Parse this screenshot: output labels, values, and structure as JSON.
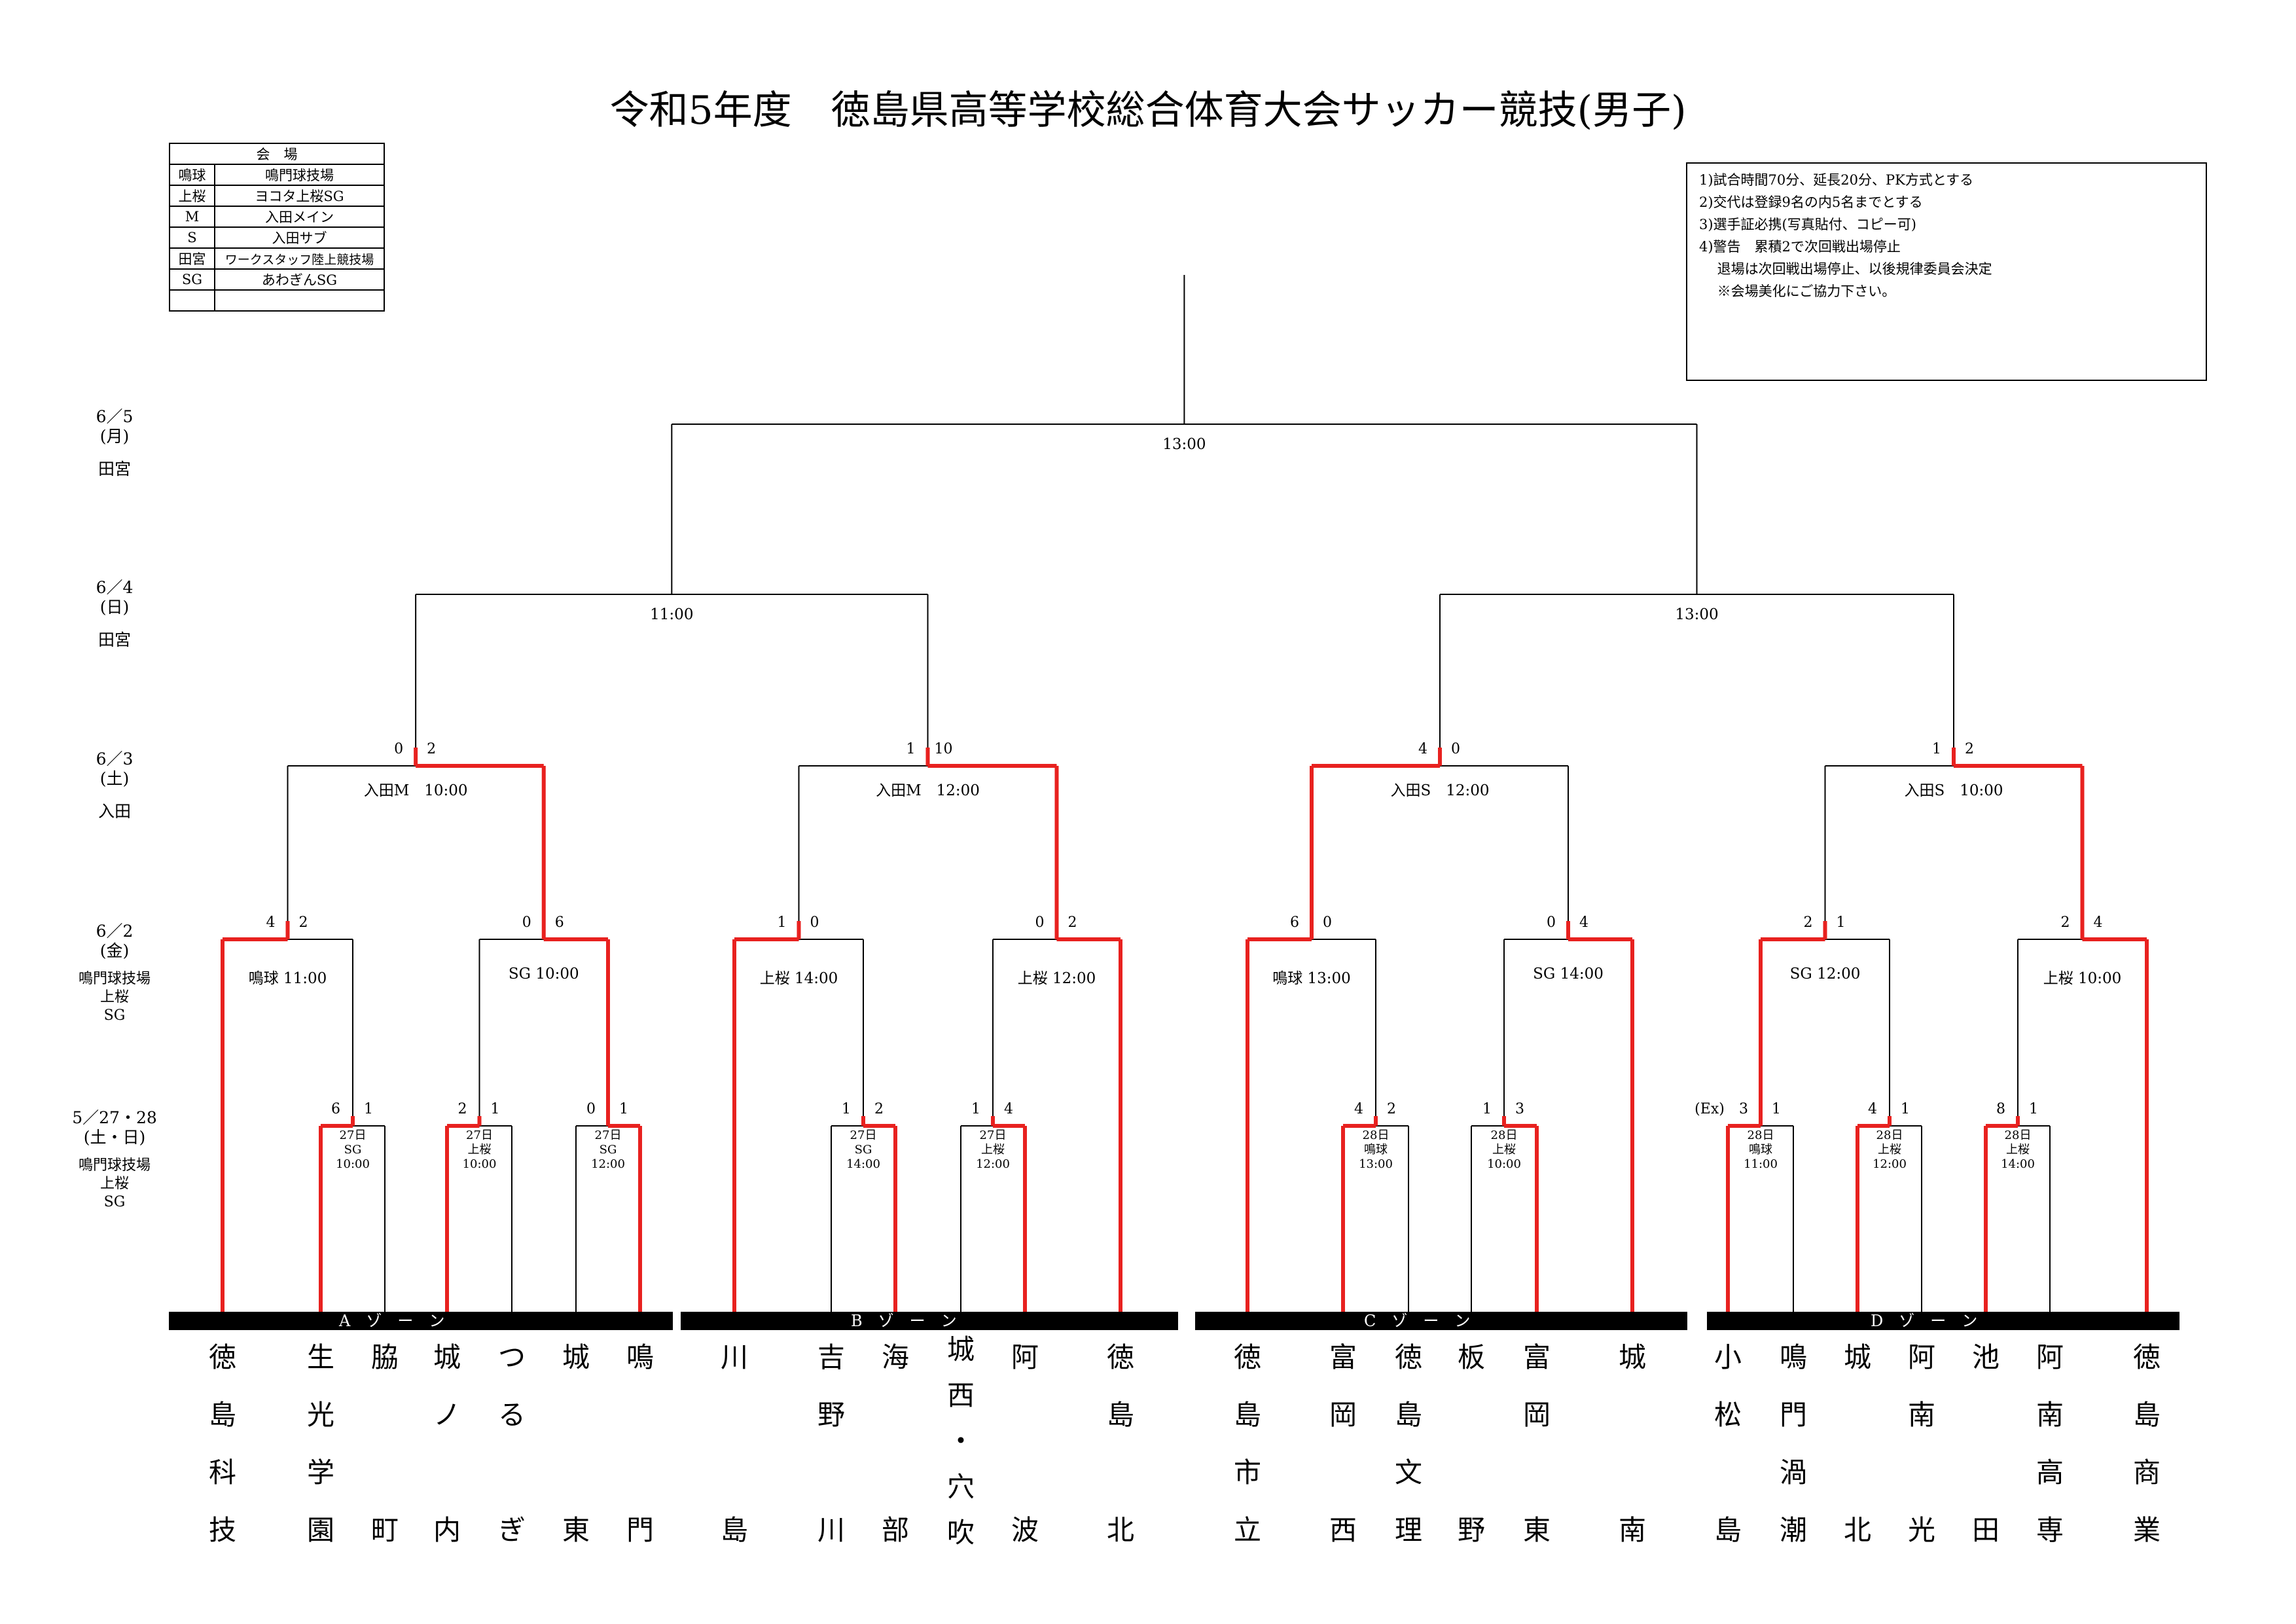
{
  "title": "令和5年度　徳島県高等学校総合体育大会サッカー競技(男子)",
  "venues": {
    "header": "会　場",
    "rows": [
      {
        "key": "鳴球",
        "name": "鳴門球技場"
      },
      {
        "key": "上桜",
        "name": "ヨコタ上桜SG"
      },
      {
        "key": "M",
        "name": "入田メイン"
      },
      {
        "key": "S",
        "name": "入田サブ"
      },
      {
        "key": "田宮",
        "name": "ワークスタッフ陸上競技場"
      },
      {
        "key": "SG",
        "name": "あわぎんSG"
      },
      {
        "key": "",
        "name": ""
      }
    ]
  },
  "notes": [
    "1)試合時間70分、延長20分、PK方式とする",
    "2)交代は登録9名の内5名までとする",
    "3)選手証必携(写真貼付、コピー可)",
    "4)警告　累積2で次回戦出場停止",
    "　 退場は次回戦出場停止、以後規律委員会決定",
    "",
    "　 ※会場美化にご協力下さい。"
  ],
  "rounds": [
    {
      "date": "6／5",
      "day": "(月)",
      "venue": "田宮"
    },
    {
      "date": "6／4",
      "day": "(日)",
      "venue": "田宮"
    },
    {
      "date": "6／3",
      "day": "(土)",
      "venue": "入田"
    },
    {
      "date": "6／2",
      "day": "(金)",
      "venue": "鳴門球技場\n上桜\nSG"
    },
    {
      "date": "5／27・28",
      "day": "(土・日)",
      "venue": "鳴門球技場\n上桜\nSG"
    }
  ],
  "zones": [
    {
      "label": "A　ゾ　ー　ン",
      "teams": [
        "徳島科技",
        "生光学園",
        "脇町",
        "城ノ内",
        "つるぎ",
        "城東",
        "鳴門"
      ]
    },
    {
      "label": "B　ゾ　ー　ン",
      "teams": [
        "川島",
        "吉野川",
        "海部",
        "城西・穴吹",
        "阿波",
        "徳島北"
      ]
    },
    {
      "label": "C　ゾ　ー　ン",
      "teams": [
        "徳島市立",
        "富岡西",
        "徳島文理",
        "板野",
        "富岡東",
        "城南"
      ]
    },
    {
      "label": "D　ゾ　ー　ン",
      "teams": [
        "小松島",
        "鳴門渦潮",
        "城北",
        "阿南光",
        "池田",
        "阿南高専",
        "徳島商業"
      ]
    }
  ],
  "final": {
    "time": "13:00"
  },
  "semifinals": [
    {
      "time": "11:00"
    },
    {
      "time": "13:00"
    }
  ],
  "quarterfinals": [
    {
      "time": "入田M　10:00",
      "score_left": "0",
      "score_right": "2"
    },
    {
      "time": "入田M　12:00",
      "score_left": "1",
      "score_right": "10"
    },
    {
      "time": "入田S　12:00",
      "score_left": "4",
      "score_right": "0"
    },
    {
      "time": "入田S　10:00",
      "score_left": "1",
      "score_right": "2"
    }
  ],
  "round2": [
    {
      "time": "鳴球 11:00",
      "score_left": "4",
      "score_right": "2"
    },
    {
      "time": "SG 10:00",
      "score_left": "0",
      "score_right": "6"
    },
    {
      "time": "上桜 14:00",
      "score_left": "1",
      "score_right": "0"
    },
    {
      "time": "上桜 12:00",
      "score_left": "0",
      "score_right": "2"
    },
    {
      "time": "鳴球 13:00",
      "score_left": "6",
      "score_right": "0"
    },
    {
      "time": "SG 14:00",
      "score_left": "0",
      "score_right": "4"
    },
    {
      "time": "SG 12:00",
      "score_left": "2",
      "score_right": "1"
    },
    {
      "time": "上桜 10:00",
      "score_left": "2",
      "score_right": "4"
    }
  ],
  "round1": [
    {
      "day": "27日",
      "venue": "SG",
      "time": "10:00",
      "score_left": "6",
      "score_right": "1"
    },
    {
      "day": "27日",
      "venue": "上桜",
      "time": "10:00",
      "score_left": "2",
      "score_right": "1"
    },
    {
      "day": "27日",
      "venue": "SG",
      "time": "12:00",
      "score_left": "0",
      "score_right": "1"
    },
    {
      "day": "27日",
      "venue": "SG",
      "time": "14:00",
      "score_left": "1",
      "score_right": "2"
    },
    {
      "day": "27日",
      "venue": "上桜",
      "time": "12:00",
      "score_left": "1",
      "score_right": "4"
    },
    {
      "day": "28日",
      "venue": "鳴球",
      "time": "13:00",
      "score_left": "4",
      "score_right": "2"
    },
    {
      "day": "28日",
      "venue": "上桜",
      "time": "10:00",
      "score_left": "1",
      "score_right": "3"
    },
    {
      "day": "28日",
      "venue": "鳴球",
      "time": "11:00",
      "score_left": "3",
      "score_right": "1",
      "note": "(Ex)"
    },
    {
      "day": "28日",
      "venue": "上桜",
      "time": "12:00",
      "score_left": "4",
      "score_right": "1"
    },
    {
      "day": "28日",
      "venue": "上桜",
      "time": "14:00",
      "score_left": "8",
      "score_right": "1"
    }
  ],
  "colors": {
    "winner_line": "#e8211f",
    "line": "#000000",
    "zone_bar": "#000000"
  }
}
